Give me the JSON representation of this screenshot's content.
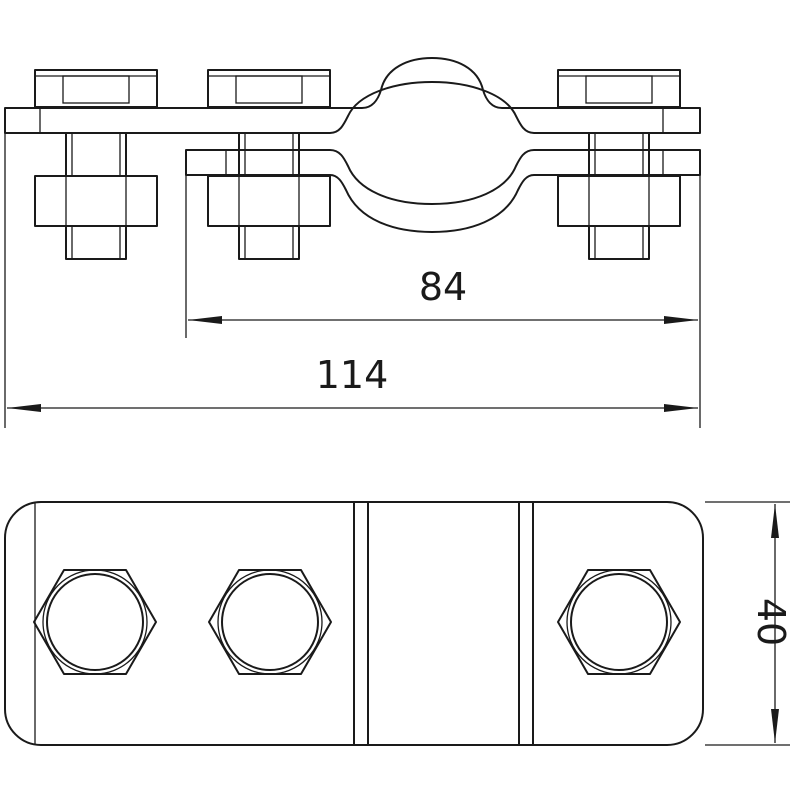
{
  "drawing": {
    "front_view": {
      "dimension_inner": "84",
      "dimension_outer": "114"
    },
    "top_view": {
      "dimension_width": "40"
    }
  }
}
